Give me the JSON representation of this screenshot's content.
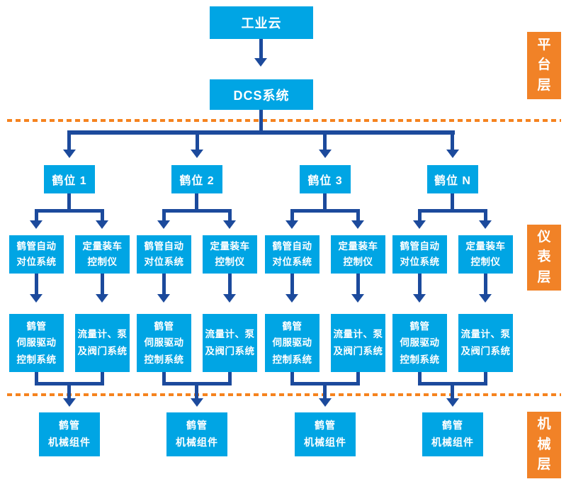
{
  "diagram": {
    "colors": {
      "node_cyan": "#00a5e4",
      "arrow_blue": "#1c4a9c",
      "layer_orange": "#f18227",
      "divider_orange": "#f5831f"
    },
    "platform": {
      "cloud": "工业云",
      "dcs": "DCS系统"
    },
    "layers": [
      {
        "label": "平\n台\n层"
      },
      {
        "label": "仪\n表\n层"
      },
      {
        "label": "机\n械\n层"
      }
    ],
    "columns": [
      {
        "title": "鹤位 1",
        "arm_align": "鹤管自动\n对位系统",
        "loading_controller": "定量装车\n控制仪",
        "servo_drive": "鹤管\n伺服驱动\n控制系统",
        "flow_pump_valve": "流量计、泵\n及阀门系统",
        "mechanical": "鹤管\n机械组件"
      },
      {
        "title": "鹤位 2",
        "arm_align": "鹤管自动\n对位系统",
        "loading_controller": "定量装车\n控制仪",
        "servo_drive": "鹤管\n伺服驱动\n控制系统",
        "flow_pump_valve": "流量计、泵\n及阀门系统",
        "mechanical": "鹤管\n机械组件"
      },
      {
        "title": "鹤位 3",
        "arm_align": "鹤管自动\n对位系统",
        "loading_controller": "定量装车\n控制仪",
        "servo_drive": "鹤管\n伺服驱动\n控制系统",
        "flow_pump_valve": "流量计、泵\n及阀门系统",
        "mechanical": "鹤管\n机械组件"
      },
      {
        "title": "鹤位 N",
        "arm_align": "鹤管自动\n对位系统",
        "loading_controller": "定量装车\n控制仪",
        "servo_drive": "鹤管\n伺服驱动\n控制系统",
        "flow_pump_valve": "流量计、泵\n及阀门系统",
        "mechanical": "鹤管\n机械组件"
      }
    ]
  }
}
